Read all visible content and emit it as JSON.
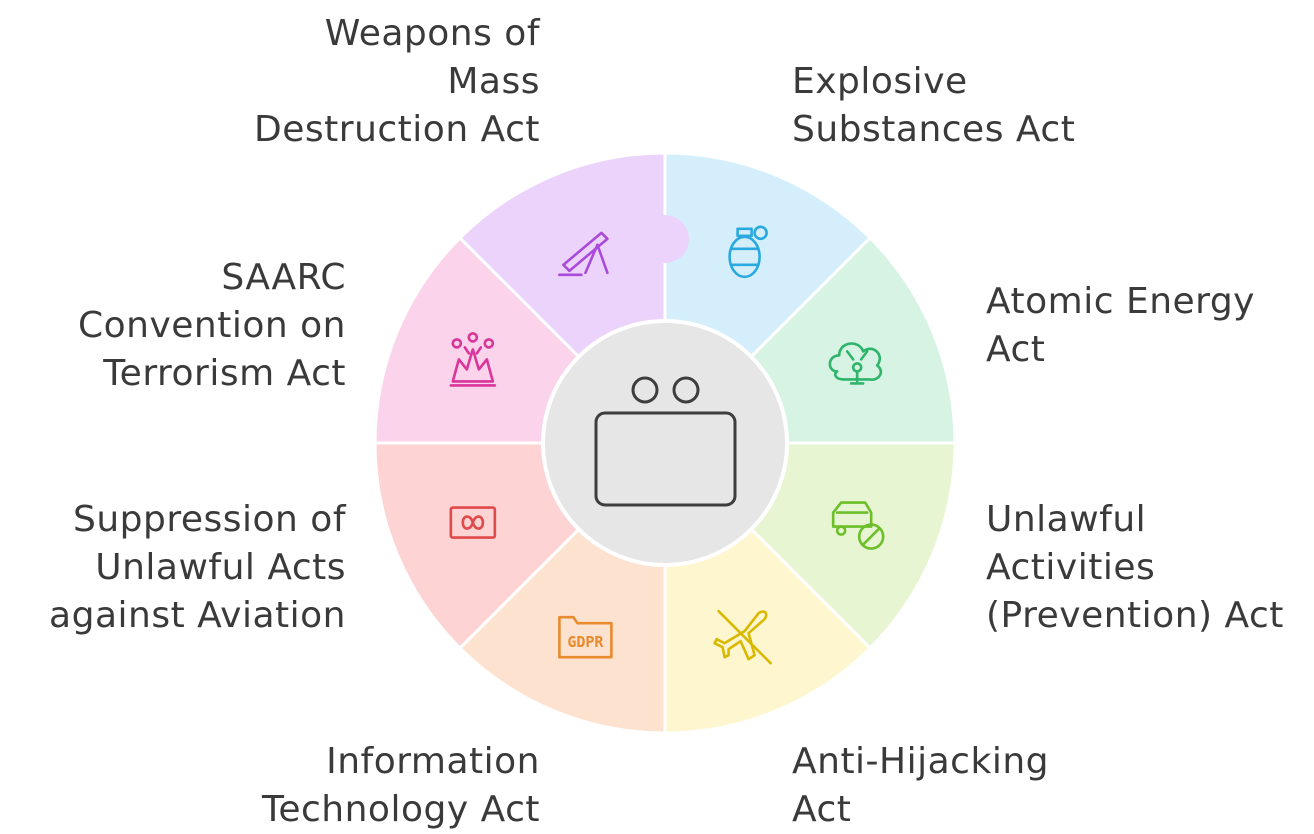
{
  "hub": {
    "icon": "robot-face-icon"
  },
  "segments": [
    {
      "id": "explosive-substances",
      "label_lines": [
        "Explosive",
        "Substances Act"
      ],
      "icon": "grenade-icon",
      "fill": "#d4effb",
      "stroke": "#2aa9e0"
    },
    {
      "id": "atomic-energy",
      "label_lines": [
        "Atomic Energy",
        "Act"
      ],
      "icon": "nuclear-cloud-icon",
      "fill": "#d6f3e3",
      "stroke": "#2fb56b"
    },
    {
      "id": "unlawful-activities",
      "label_lines": [
        "Unlawful",
        "Activities",
        "(Prevention) Act"
      ],
      "icon": "car-prohibited-icon",
      "fill": "#e8f5d3",
      "stroke": "#6cbf2a"
    },
    {
      "id": "anti-hijacking",
      "label_lines": [
        "Anti-Hijacking",
        "Act"
      ],
      "icon": "no-airplane-icon",
      "fill": "#fdf6cf",
      "stroke": "#d9b800"
    },
    {
      "id": "information-technology",
      "label_lines": [
        "Information",
        "Technology Act"
      ],
      "icon": "gdpr-folder-icon",
      "fill": "#fde3cf",
      "stroke": "#e88a2e"
    },
    {
      "id": "suppression-aviation",
      "label_lines": [
        "Suppression of",
        "Unlawful Acts",
        "against Aviation"
      ],
      "icon": "ticket-icon",
      "fill": "#fdd3d3",
      "stroke": "#e04a4a"
    },
    {
      "id": "saarc-convention",
      "label_lines": [
        "SAARC",
        "Convention on",
        "Terrorism Act"
      ],
      "icon": "explosion-icon",
      "fill": "#fbd3ea",
      "stroke": "#d9359a"
    },
    {
      "id": "weapons-mass-destruction",
      "label_lines": [
        "Weapons of",
        "Mass",
        "Destruction Act"
      ],
      "icon": "mortar-icon",
      "fill": "#ecd3fb",
      "stroke": "#a94ad9"
    }
  ]
}
